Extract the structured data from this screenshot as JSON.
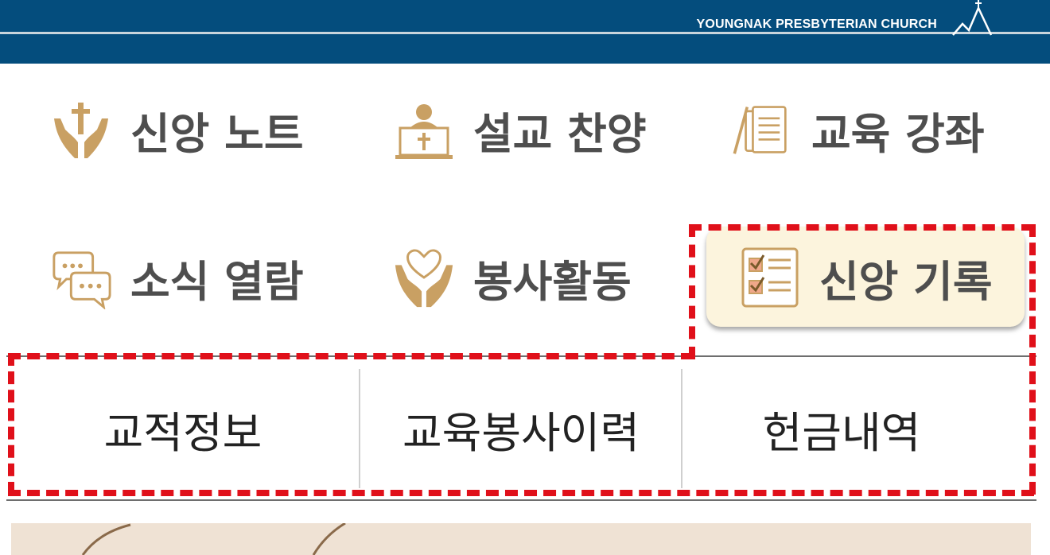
{
  "header": {
    "logo_text": "YOUNGNAK PRESBYTERIAN CHURCH",
    "bg_color": "#044d7d"
  },
  "menu": {
    "items": [
      {
        "label": "신앙 노트",
        "icon": "praying-hands-cross-icon"
      },
      {
        "label": "설교 찬양",
        "icon": "pulpit-cross-icon"
      },
      {
        "label": "교육 강좌",
        "icon": "documents-pencil-icon"
      },
      {
        "label": "소식 열람",
        "icon": "chat-bubbles-icon"
      },
      {
        "label": "봉사활동",
        "icon": "hands-heart-icon"
      },
      {
        "label": "신앙 기록",
        "icon": "checklist-icon",
        "active": true
      }
    ],
    "icon_color": "#c9a063",
    "active_bg": "#fcf4dd"
  },
  "subtabs": {
    "items": [
      {
        "label": "교적정보"
      },
      {
        "label": "교육봉사이력"
      },
      {
        "label": "헌금내역"
      }
    ]
  },
  "highlight_color": "#e0101a"
}
